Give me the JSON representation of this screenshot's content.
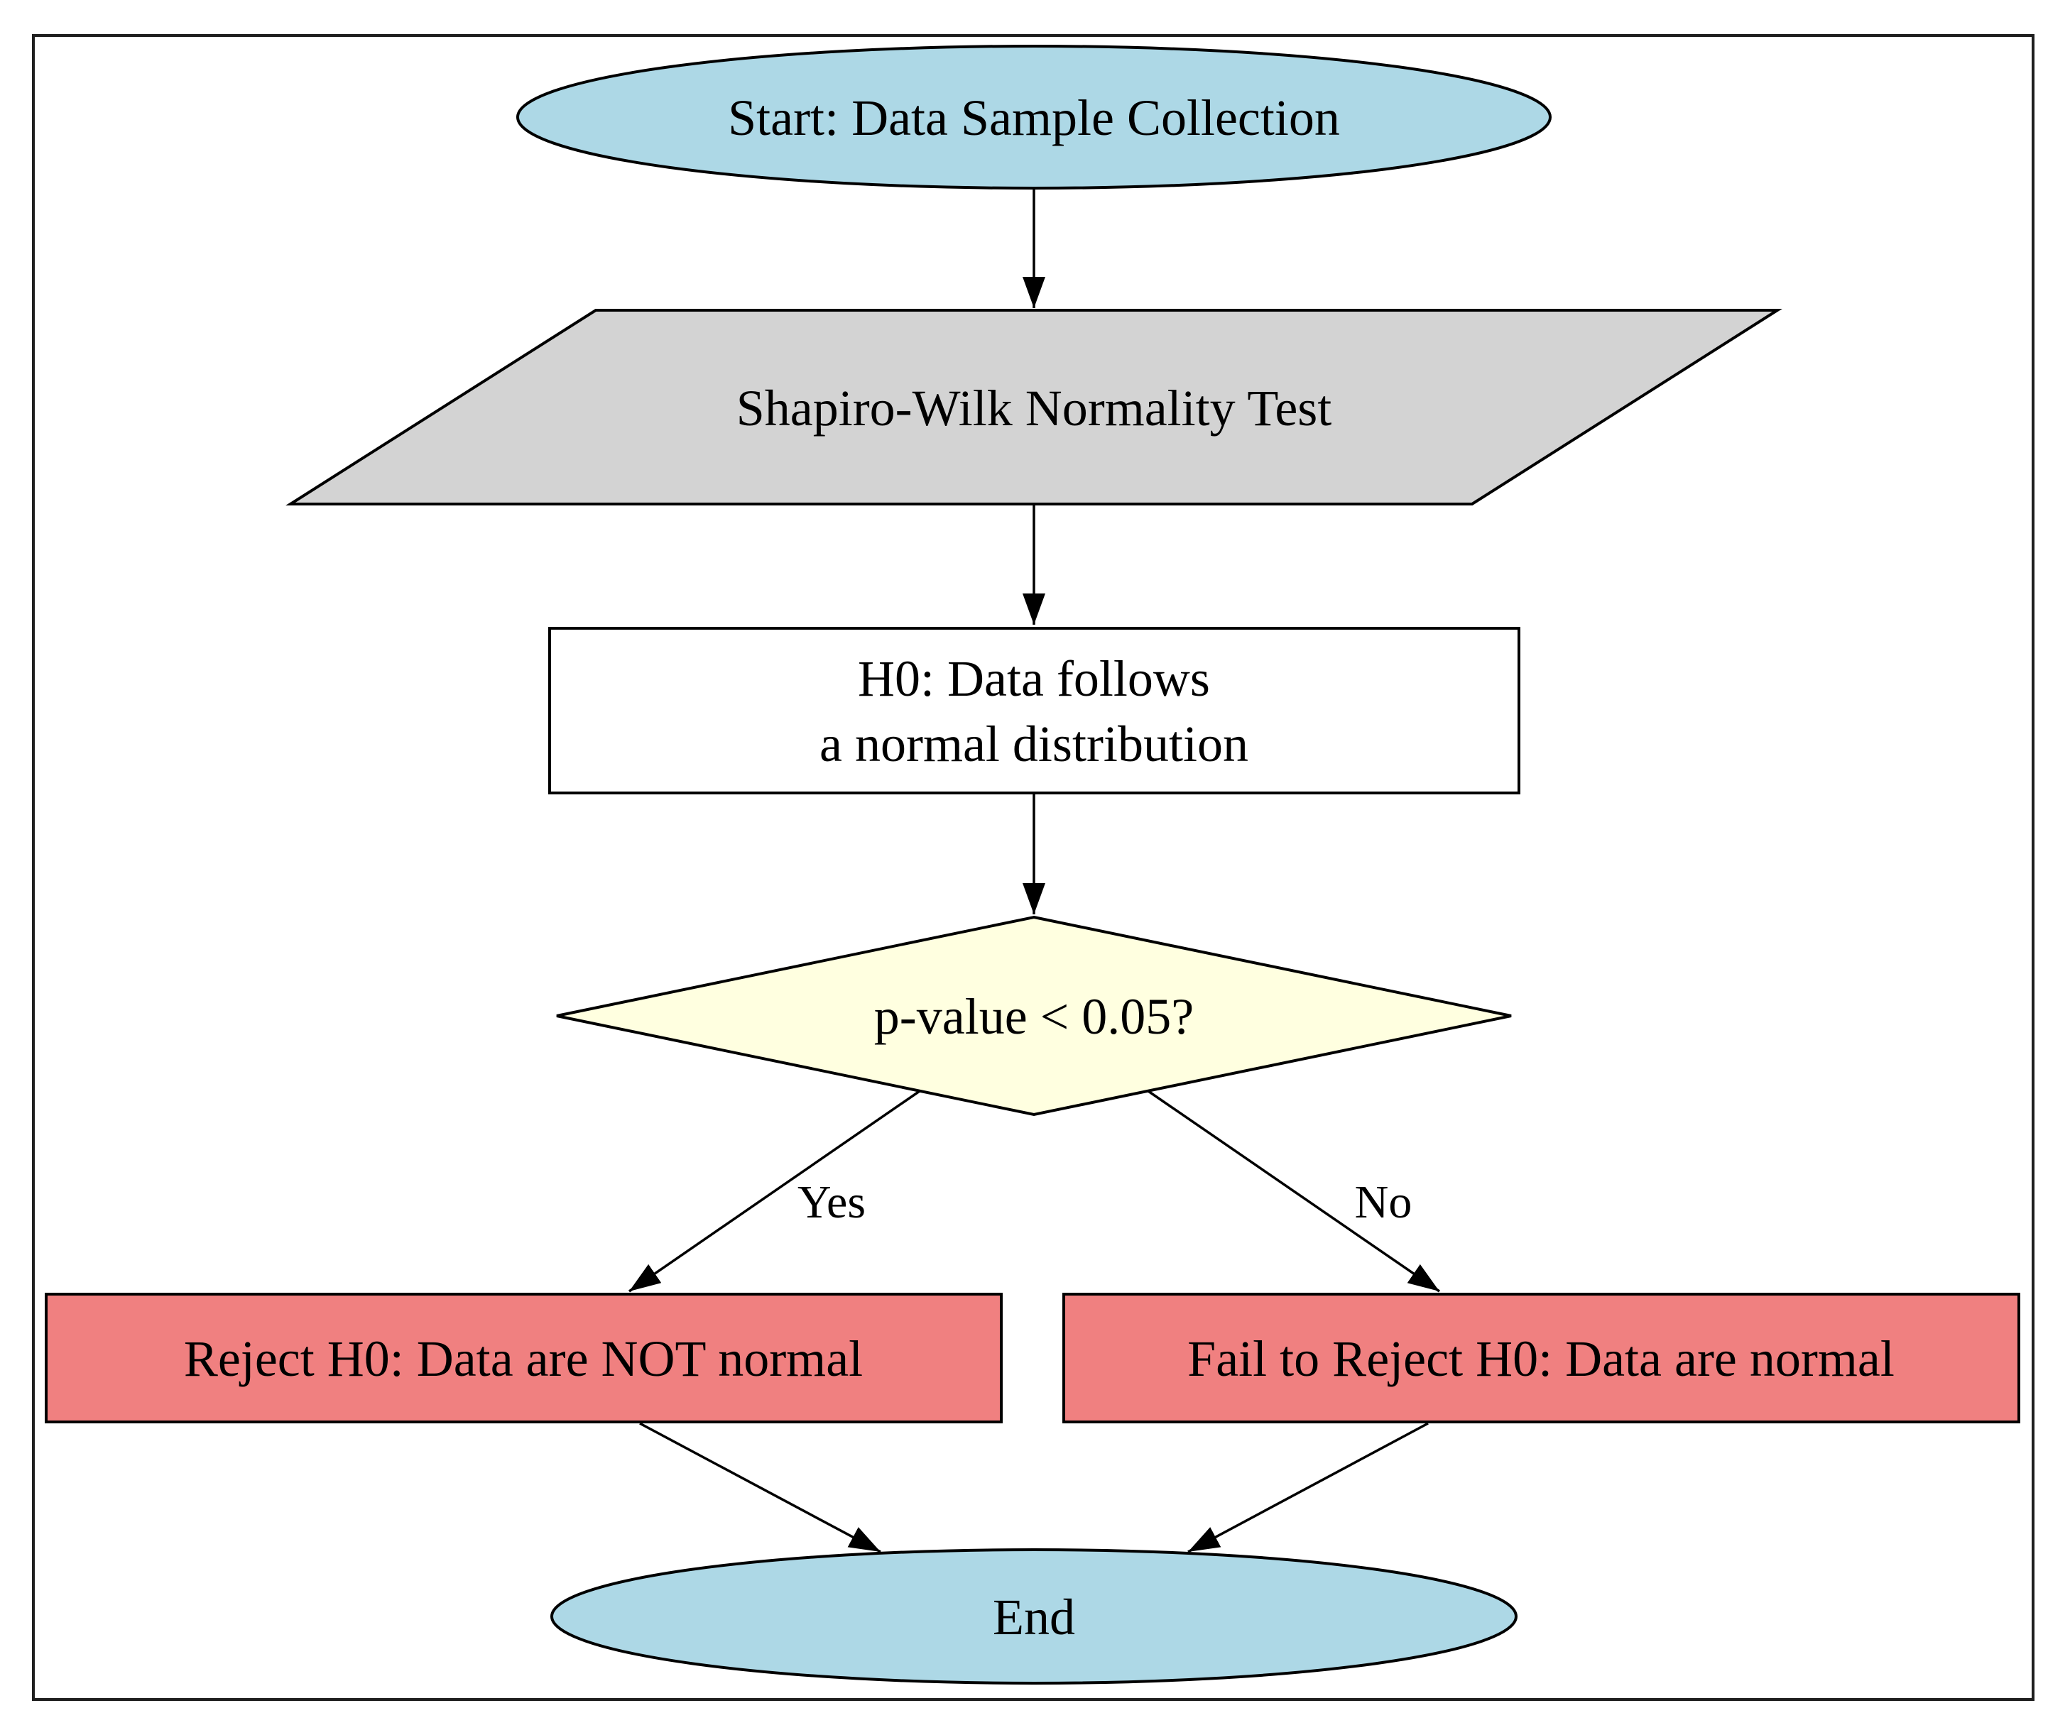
{
  "figure": {
    "type": "flowchart",
    "description": "Shapiro-Wilk normality test decision flowchart",
    "background": "#ffffff",
    "frame_stroke": "#1f1f1f"
  },
  "colors": {
    "terminal": "#add8e6",
    "process": "#d3d3d3",
    "hypothesis": "#ffffff",
    "decision": "#ffffe0",
    "outcome": "#f08080",
    "stroke": "#000000",
    "text": "#000000"
  },
  "nodes": {
    "start": {
      "shape": "ellipse",
      "label": "Start: Data Sample Collection"
    },
    "test": {
      "shape": "parallelogram",
      "label": "Shapiro-Wilk Normality Test"
    },
    "hypothesis": {
      "shape": "rectangle",
      "line1": "H0: Data follows",
      "line2": "a normal distribution"
    },
    "decision": {
      "shape": "diamond",
      "label": "p-value < 0.05?"
    },
    "reject": {
      "shape": "rectangle",
      "label": "Reject H0: Data are NOT normal"
    },
    "fail_reject": {
      "shape": "rectangle",
      "label": "Fail to Reject H0: Data are normal"
    },
    "end": {
      "shape": "ellipse",
      "label": "End"
    }
  },
  "edges": {
    "yes": {
      "label": "Yes"
    },
    "no": {
      "label": "No"
    }
  }
}
